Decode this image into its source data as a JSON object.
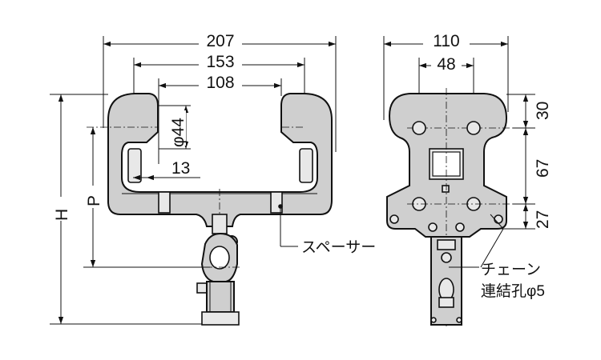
{
  "dimensions": {
    "front": {
      "overall_width": "207",
      "rail_span": "153",
      "inner_span": "108",
      "wheel_dia": "φ44",
      "flange": "13",
      "height": "H",
      "pitch": "P"
    },
    "side": {
      "overall_width": "110",
      "bolt_pitch": "48",
      "top_offset": "30",
      "middle": "67",
      "bottom": "27"
    }
  },
  "labels": {
    "spacer": "スペーサー",
    "chain_line1": "チェーン",
    "chain_line2": "連結孔φ5"
  }
}
